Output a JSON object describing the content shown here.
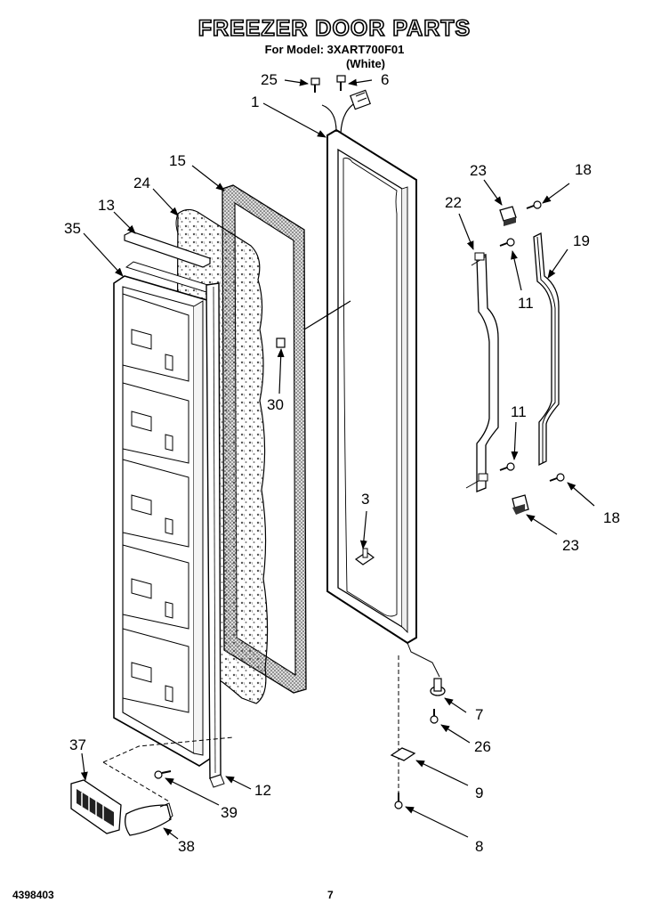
{
  "title": "FREEZER DOOR PARTS",
  "model_line": "For Model: 3XART700F01",
  "color_line": "(White)",
  "doc_number": "4398403",
  "page_number": "7",
  "callouts": {
    "c1": "1",
    "c3": "3",
    "c6": "6",
    "c7": "7",
    "c8": "8",
    "c9": "9",
    "c11a": "11",
    "c11b": "11",
    "c12": "12",
    "c13": "13",
    "c15": "15",
    "c18a": "18",
    "c18b": "18",
    "c19": "19",
    "c22": "22",
    "c23a": "23",
    "c23b": "23",
    "c24": "24",
    "c25": "25",
    "c26": "26",
    "c30": "30",
    "c35": "35",
    "c37": "37",
    "c38": "38",
    "c39": "39"
  }
}
